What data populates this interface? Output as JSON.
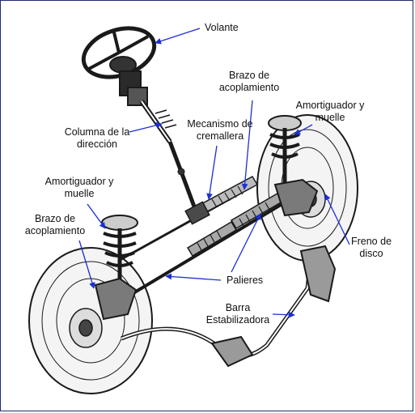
{
  "labels": {
    "volante": "Volante",
    "brazo_acoplamiento_top": [
      "Brazo de",
      "acoplamiento"
    ],
    "amortiguador_right": [
      "Amortiguador y",
      "muelle"
    ],
    "columna_direccion": [
      "Columna de la",
      "dirección"
    ],
    "mecanismo_cremallera": [
      "Mecanismo de",
      "cremallera"
    ],
    "amortiguador_left": [
      "Amortiguador y",
      "muelle"
    ],
    "brazo_acoplamiento_left": [
      "Brazo de",
      "acoplamiento"
    ],
    "freno_disco": [
      "Freno de",
      "disco"
    ],
    "palieres": "Palieres",
    "barra_estabilizadora": [
      "Barra",
      "Estabilizadora"
    ]
  },
  "colors": {
    "frame": "#1f2a6e",
    "leader": "#1c2fd6",
    "ink": "#1a1a1a"
  }
}
